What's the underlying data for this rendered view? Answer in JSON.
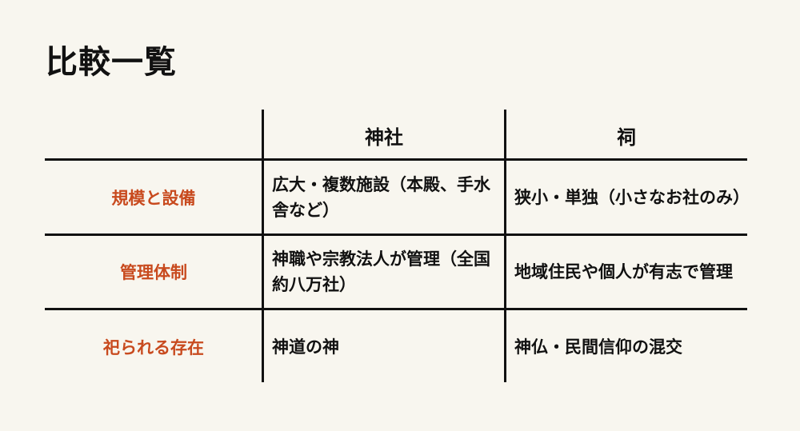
{
  "title": "比較一覧",
  "table": {
    "headers": [
      "",
      "神社",
      "祠"
    ],
    "rows": [
      {
        "label": "規模と設備",
        "shrine": "広大・複数施設（本殿、手水舎など）",
        "hokora": "狭小・単独（小さなお社のみ）"
      },
      {
        "label": "管理体制",
        "shrine": "神職や宗教法人が管理（全国約八万社）",
        "hokora": "地域住民や個人が有志で管理"
      },
      {
        "label": "祀られる存在",
        "shrine": "神道の神",
        "hokora": "神仏・民間信仰の混交"
      }
    ]
  },
  "colors": {
    "background": "#f8f6ef",
    "label_accent": "#c84a1e",
    "text": "#111111",
    "rules": "#111111"
  }
}
